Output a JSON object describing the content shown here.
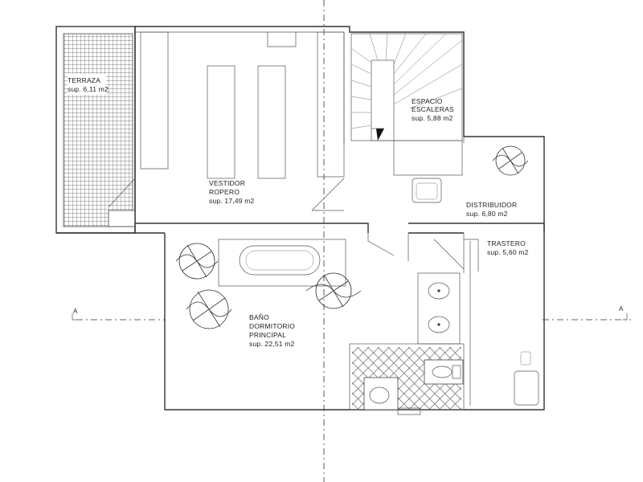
{
  "rooms": {
    "terraza": {
      "name": "TERRAZA",
      "area": "sup. 6,11 m2"
    },
    "vestidor": {
      "name_line1": "VESTIDOR",
      "name_line2": "ROPERO",
      "area": "sup. 17,49 m2"
    },
    "escaleras": {
      "name_line1": "ESPACIO",
      "name_line2": "ESCALERAS",
      "area": "sup. 5,88 m2"
    },
    "distribuidor": {
      "name": "DISTRIBUIDOR",
      "area": "sup. 6,80 m2"
    },
    "trastero": {
      "name": "TRASTERO",
      "area": "sup. 5,60 m2"
    },
    "bano": {
      "name_line1": "BAÑO",
      "name_line2": "DORMITORIO",
      "name_line3": "PRINCIPAL",
      "area": "sup. 22,51 m2"
    }
  },
  "section_marks": {
    "left": "A",
    "right": "A"
  },
  "colors": {
    "line": "#333333",
    "hatch": "#555555",
    "background": "#ffffff"
  }
}
